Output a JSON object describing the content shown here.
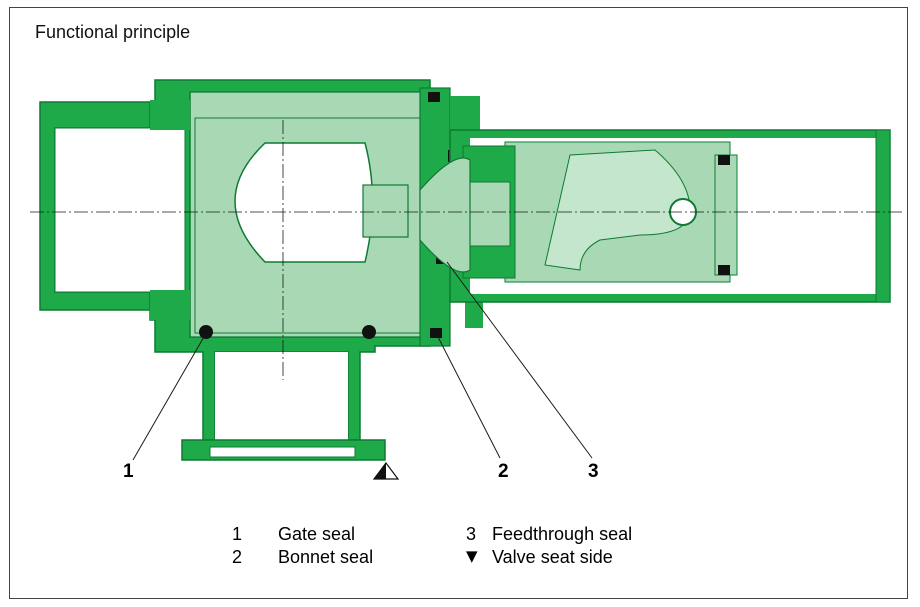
{
  "title": "Functional principle",
  "callouts": [
    "1",
    "2",
    "3"
  ],
  "legend": [
    {
      "number": "1",
      "label": "Gate seal"
    },
    {
      "number": "2",
      "label": "Bonnet seal"
    },
    {
      "number": "3",
      "label": "Feedthrough seal"
    },
    {
      "symbol": "▼",
      "label": "Valve seat side"
    }
  ],
  "colors": {
    "housing": "#1faa4a",
    "housing_dark": "#0e7a33",
    "interior": "#a9d9b4",
    "interior_light": "#c4e6cc",
    "seal": "#111111",
    "line": "#1a1a1a"
  }
}
